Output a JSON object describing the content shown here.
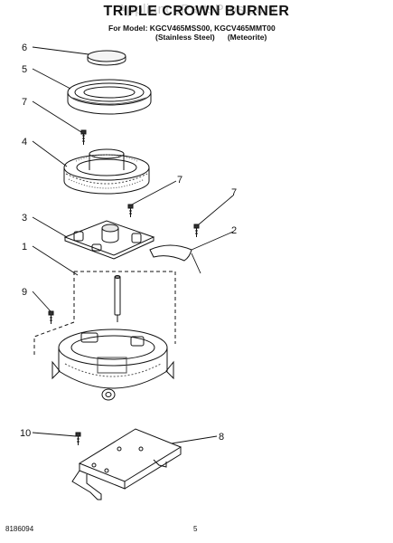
{
  "header": {
    "watermark": "AppliancePartsPros.com",
    "title": "TRIPLE CROWN BURNER",
    "models": "For Model: KGCV465MSS00, KGCV465MMT00",
    "variant_1": "(Stainless Steel)",
    "variant_2": "(Meteorite)"
  },
  "callouts": [
    "6",
    "5",
    "7",
    "4",
    "7",
    "7",
    "3",
    "2",
    "1",
    "9",
    "10",
    "8"
  ],
  "footer": {
    "doc_number": "8186094",
    "page": "5"
  },
  "colors": {
    "ink": "#111111",
    "watermark": "#c8c8c8"
  }
}
